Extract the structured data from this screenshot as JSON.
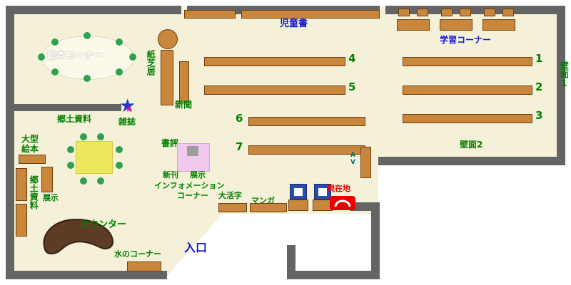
{
  "map": {
    "title": "library-floor-map",
    "areas": {
      "ehon_corner": "絵本コーナー",
      "kamishibai": "紙芝居",
      "jidosho": "児童書",
      "gakushu_corner": "学習コーナー",
      "hekimen1": "壁面1",
      "hekimen2": "壁面2",
      "shinbun": "新聞",
      "zasshi": "雑誌",
      "kyodo_shiryo_upper": "郷土資料",
      "ogata_ehon": [
        "大型",
        "絵本"
      ],
      "tenji_left": "展示",
      "kyodo_shiryo_side": "郷土資料",
      "shohyo": "書評",
      "shinkan": "新刊",
      "tenji_center": "展示",
      "information": [
        "インフォメーション",
        "コーナー"
      ],
      "daikatsuji": "大活字",
      "manga": "マンガ",
      "genzaichi": "現在地",
      "counter": "カウンター",
      "mizu_corner": "水のコーナー",
      "entrance": "入口",
      "av": [
        "A",
        "V"
      ]
    },
    "shelf_numbers": {
      "n1": "1",
      "n2": "2",
      "n3": "3",
      "n4": "4",
      "n5": "5",
      "n6": "6",
      "n7": "7"
    },
    "colors": {
      "floor": "#F4F1D8",
      "wall": "#646464",
      "shelf": "#C9873D",
      "label_green": "#007F00",
      "label_blue": "#1414D8",
      "label_red": "#E60000",
      "counter": "#5E3B25",
      "table_yellow": "#ECE95F",
      "chair_green": "#2FA04D",
      "display_pink": "#F2C8EE",
      "marker_red": "#E80000",
      "star_blue": "#2438C8",
      "star_magenta": "#E0189C"
    }
  }
}
